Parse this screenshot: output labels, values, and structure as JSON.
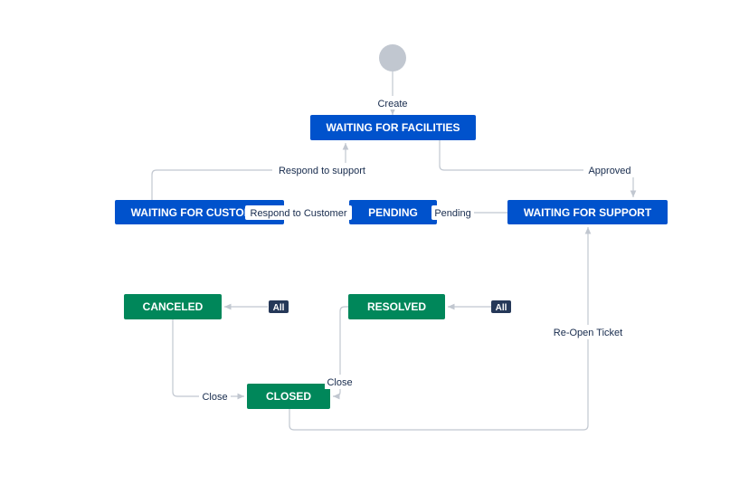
{
  "colors": {
    "in_progress": "#0052cc",
    "done": "#00875a",
    "start": "#c1c7d0",
    "edge": "#c1c7d0",
    "badge": "#253858"
  },
  "statuses": {
    "waiting_for_facilities": "WAITING FOR FACILITIES",
    "waiting_for_customer": "WAITING FOR CUSTOMER",
    "pending": "PENDING",
    "waiting_for_support": "WAITING FOR SUPPORT",
    "canceled": "CANCELED",
    "resolved": "RESOLVED",
    "closed": "CLOSED"
  },
  "transitions": {
    "create": "Create",
    "respond_to_support": "Respond to support",
    "approved": "Approved",
    "respond_to_customer": "Respond to Customer",
    "pending": "Pending",
    "all_canceled": "All",
    "all_resolved": "All",
    "re_open_ticket": "Re-Open Ticket",
    "close_from_resolved": "Close",
    "close_from_canceled": "Close"
  }
}
